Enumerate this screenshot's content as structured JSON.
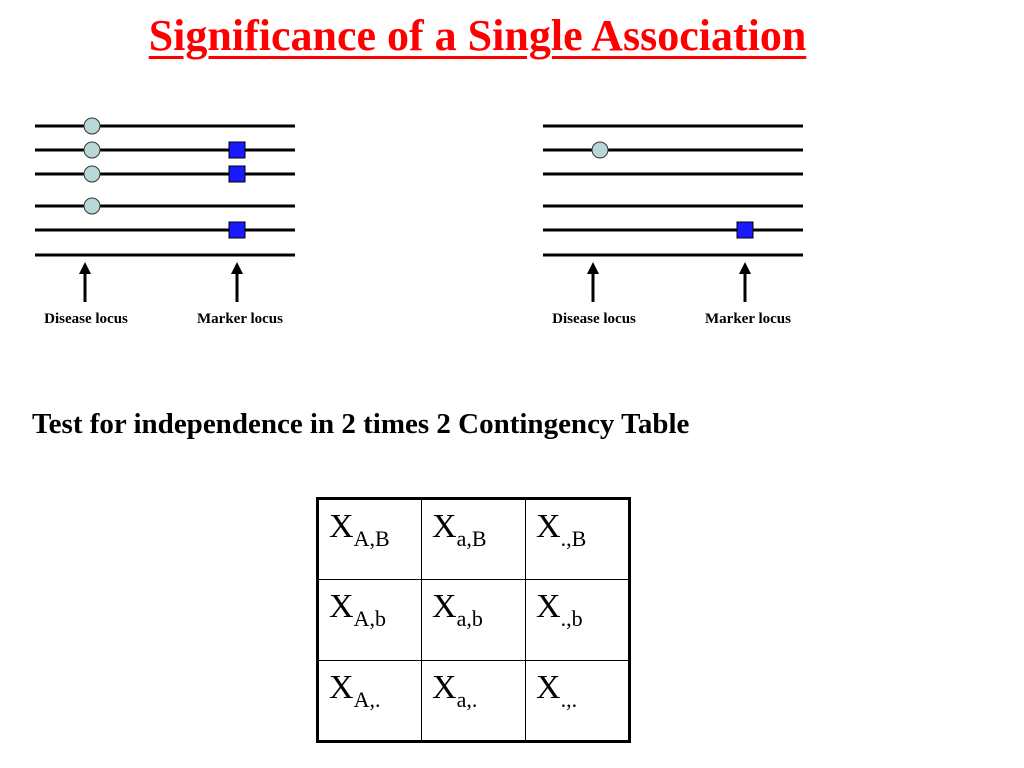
{
  "title": "Significance of a Single Association",
  "diagrams": [
    {
      "disease_label": "Disease locus",
      "marker_label": "Marker locus",
      "lines": [
        {
          "disease": true,
          "marker": false
        },
        {
          "disease": true,
          "marker": true
        },
        {
          "disease": true,
          "marker": true
        },
        {
          "disease": true,
          "marker": false
        },
        {
          "disease": false,
          "marker": true
        },
        {
          "disease": false,
          "marker": false
        }
      ]
    },
    {
      "disease_label": "Disease locus",
      "marker_label": "Marker locus",
      "lines": [
        {
          "disease": false,
          "marker": false
        },
        {
          "disease": true,
          "marker": false
        },
        {
          "disease": false,
          "marker": false
        },
        {
          "disease": false,
          "marker": false
        },
        {
          "disease": false,
          "marker": true
        },
        {
          "disease": false,
          "marker": false
        }
      ]
    }
  ],
  "colors": {
    "title": "#ff0000",
    "disease_marker_fill": "#b8d8d8",
    "marker_square_fill": "#1a1aff"
  },
  "subtitle": "Test for independence in 2 times 2 Contingency Table",
  "table": {
    "rows": [
      [
        {
          "base": "X",
          "sub": "A,B"
        },
        {
          "base": "X",
          "sub": "a,B"
        },
        {
          "base": "X",
          "sub": ".,B"
        }
      ],
      [
        {
          "base": "X",
          "sub": "A,b"
        },
        {
          "base": "X",
          "sub": "a,b"
        },
        {
          "base": "X",
          "sub": ".,b"
        }
      ],
      [
        {
          "base": "X",
          "sub": "A,."
        },
        {
          "base": "X",
          "sub": "a,."
        },
        {
          "base": "X",
          "sub": ".,."
        }
      ]
    ]
  }
}
